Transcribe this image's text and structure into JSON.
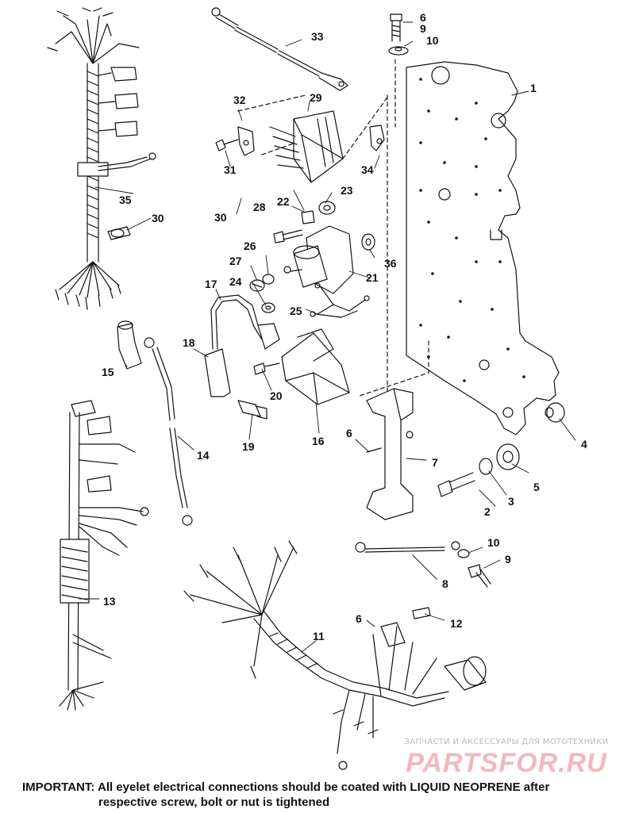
{
  "diagram": {
    "callouts": {
      "c1": "1",
      "c2": "2",
      "c3": "3",
      "c4": "4",
      "c5": "5",
      "c6a": "6",
      "c6b": "6",
      "c6c": "6",
      "c7": "7",
      "c8": "8",
      "c9a": "9",
      "c9b": "9",
      "c10a": "10",
      "c10b": "10",
      "c11": "11",
      "c12": "12",
      "c13": "13",
      "c14": "14",
      "c15": "15",
      "c16": "16",
      "c17": "17",
      "c18": "18",
      "c19": "19",
      "c20": "20",
      "c21": "21",
      "c22": "22",
      "c23": "23",
      "c24": "24",
      "c25": "25",
      "c26": "26",
      "c27": "27",
      "c28": "28",
      "c29": "29",
      "c30a": "30",
      "c30b": "30",
      "c31": "31",
      "c32": "32",
      "c33": "33",
      "c34": "34",
      "c35": "35",
      "c36": "36"
    },
    "watermark_tagline": "ЗАПЧАСТИ И АКСЕССУАРЫ ДЛЯ МОТОТЕХНИКИ",
    "watermark_logo": "PARTSFOR.RU",
    "note_line1": "IMPORTANT: All eyelet electrical connections should be coated with LIQUID NEOPRENE after",
    "note_line2": "respective screw, bolt or nut is tightened"
  }
}
